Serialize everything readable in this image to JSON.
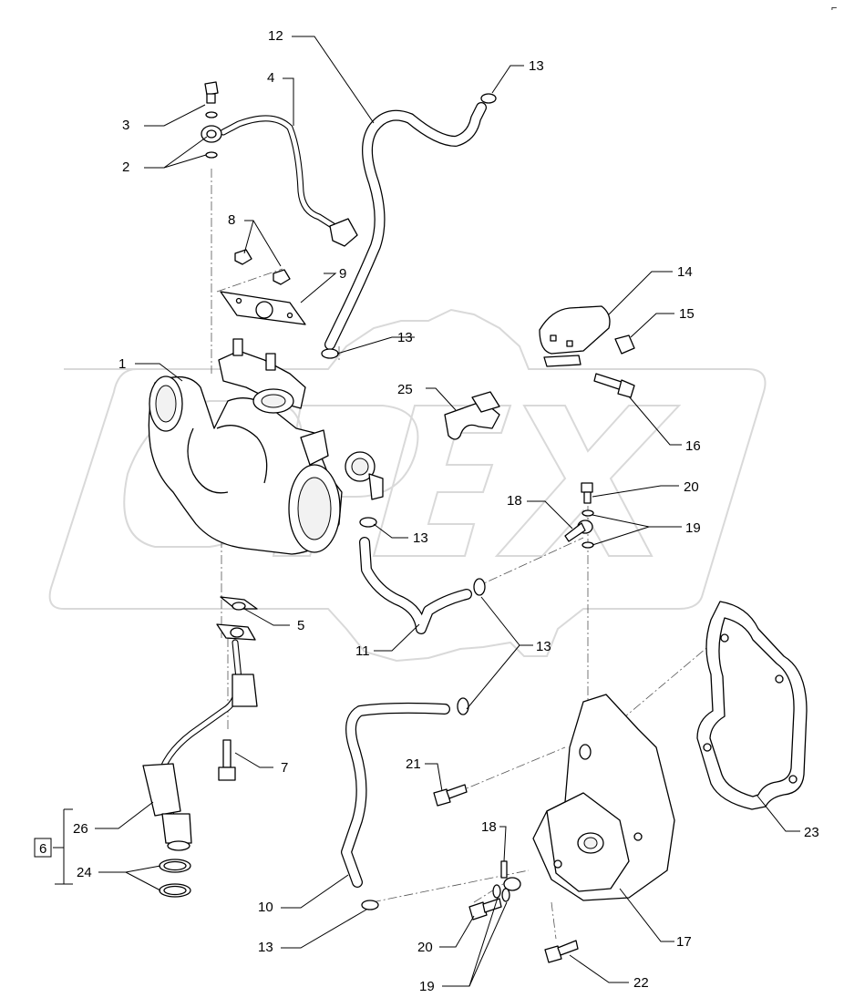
{
  "watermark": "OPEX",
  "corner_mark": "⌐",
  "callouts": [
    {
      "id": "c12",
      "text": "12"
    },
    {
      "id": "c4",
      "text": "4"
    },
    {
      "id": "c13a",
      "text": "13"
    },
    {
      "id": "c3",
      "text": "3"
    },
    {
      "id": "c2",
      "text": "2"
    },
    {
      "id": "c8",
      "text": "8"
    },
    {
      "id": "c9",
      "text": "9"
    },
    {
      "id": "c14",
      "text": "14"
    },
    {
      "id": "c15",
      "text": "15"
    },
    {
      "id": "c1",
      "text": "1"
    },
    {
      "id": "c13b",
      "text": "13"
    },
    {
      "id": "c25",
      "text": "25"
    },
    {
      "id": "c16",
      "text": "16"
    },
    {
      "id": "c20a",
      "text": "20"
    },
    {
      "id": "c18a",
      "text": "18"
    },
    {
      "id": "c19a",
      "text": "19"
    },
    {
      "id": "c13c",
      "text": "13"
    },
    {
      "id": "c5",
      "text": "5"
    },
    {
      "id": "c11",
      "text": "11"
    },
    {
      "id": "c13d",
      "text": "13"
    },
    {
      "id": "c7",
      "text": "7"
    },
    {
      "id": "c21",
      "text": "21"
    },
    {
      "id": "c23",
      "text": "23"
    },
    {
      "id": "c26",
      "text": "26"
    },
    {
      "id": "c6",
      "text": "6"
    },
    {
      "id": "c24",
      "text": "24"
    },
    {
      "id": "c18b",
      "text": "18"
    },
    {
      "id": "c10",
      "text": "10"
    },
    {
      "id": "c17",
      "text": "17"
    },
    {
      "id": "c20b",
      "text": "20"
    },
    {
      "id": "c13e",
      "text": "13"
    },
    {
      "id": "c22",
      "text": "22"
    },
    {
      "id": "c19b",
      "text": "19"
    }
  ]
}
